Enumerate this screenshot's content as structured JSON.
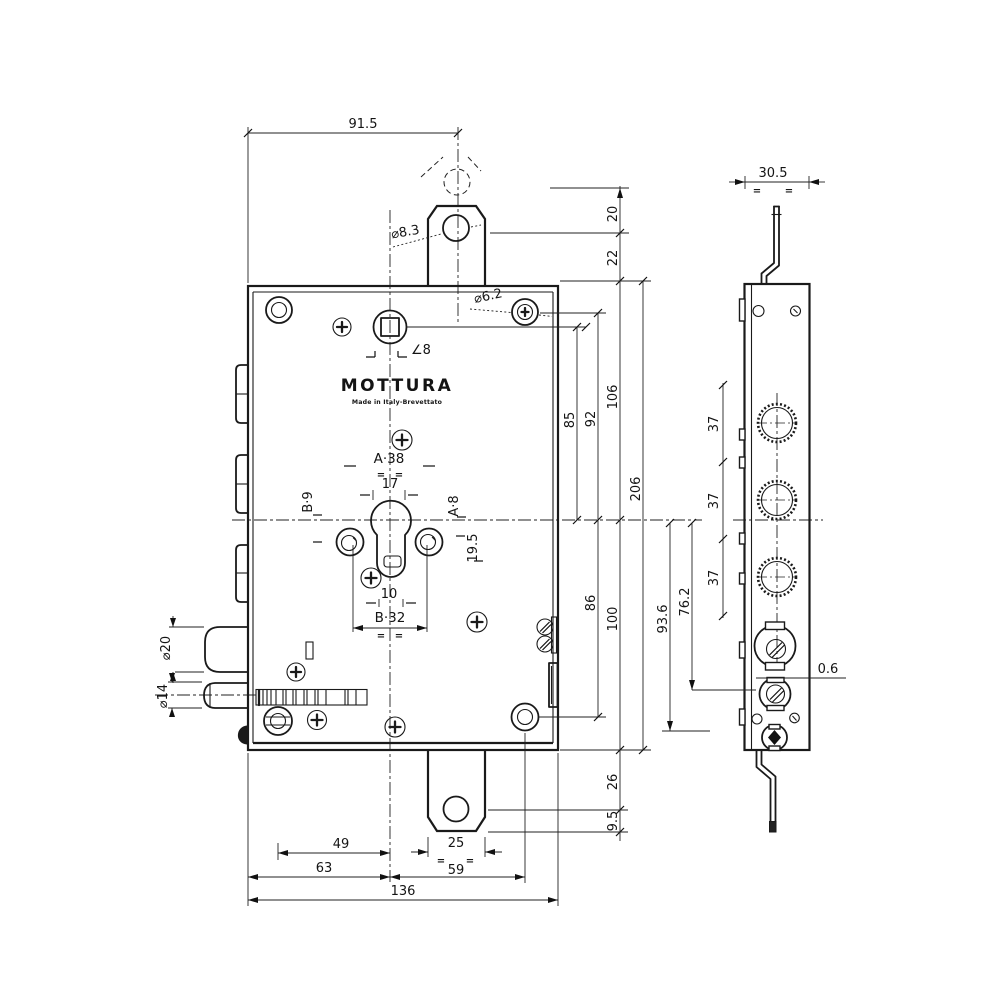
{
  "drawing": {
    "brand": {
      "name": "MOTTURA",
      "tagline": "Made in Italy-Brevettato"
    },
    "d": {
      "w915": "91.5",
      "dia83": "⌀8.3",
      "dia62": "⌀6.2",
      "ang8": "∠8",
      "v20": "20",
      "v22": "22",
      "v85": "85",
      "v92": "92",
      "v106": "106",
      "v206": "206",
      "v86": "86",
      "v100": "100",
      "v936": "93.6",
      "v762": "76.2",
      "v26": "26",
      "v95": "9.5",
      "a38": "A·38",
      "w17": "17",
      "b9": "B·9",
      "a8": "A·8",
      "v195": "19.5",
      "w10": "10",
      "b32": "B·32",
      "dia20": "⌀20",
      "dia14": "⌀14",
      "h49": "49",
      "h63": "63",
      "h25": "25",
      "h59": "59",
      "h136": "136",
      "sv305": "30.5",
      "sv37": "37",
      "sv06": "0.6",
      "eq": "="
    }
  }
}
